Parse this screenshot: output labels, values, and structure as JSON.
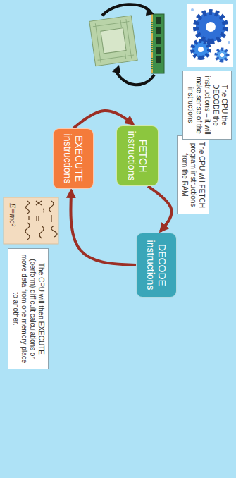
{
  "diagram": {
    "nodes": [
      {
        "text": [
          "The CPU will FETCH program instructions from the RAM"
        ]
      },
      {
        "text": [
          "FETCH instructions"
        ]
      },
      {
        "text": [
          "DECODE instructions"
        ]
      },
      {
        "text": [
          "The CPU the DECODE the instructions – it will make sense of the instructions"
        ]
      },
      {
        "text": [
          "EXECUTE instructions"
        ]
      },
      {
        "text": [
          "The CPU will then EXECUTE (perform) difficult calculations or move data from one memory place to another."
        ]
      }
    ],
    "edges": [
      {
        "from": 1,
        "to": 2,
        "arrow": "to"
      },
      {
        "from": 2,
        "to": 4,
        "arrow": "to"
      },
      {
        "from": 4,
        "to": 1,
        "arrow": "to"
      }
    ],
    "labels": [
      "E=mc²"
    ]
  }
}
